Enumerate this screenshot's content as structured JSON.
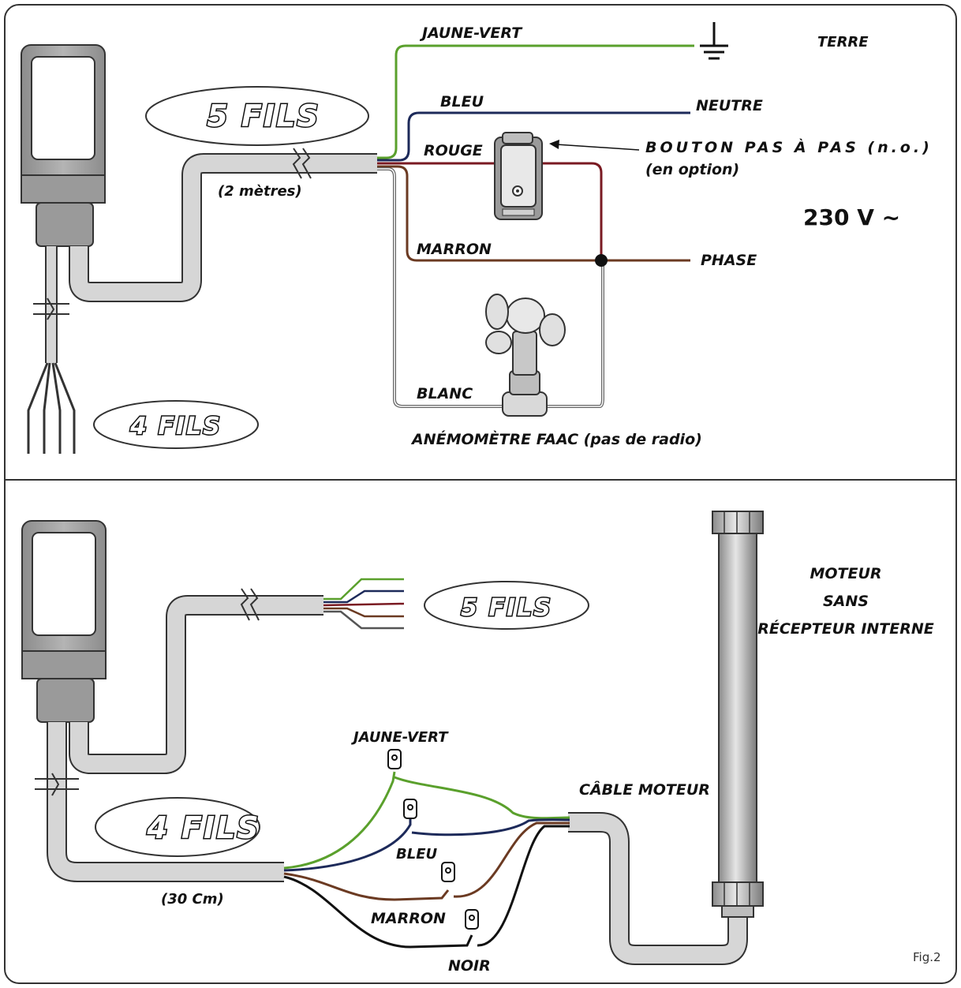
{
  "top": {
    "labels": {
      "jaune_vert": "JAUNE-VERT",
      "terre": "TERRE",
      "bleu": "BLEU",
      "neutre": "NEUTRE",
      "rouge": "ROUGE",
      "bouton": "BOUTON PAS À PAS (n.o.)",
      "en_option": "(en option)",
      "fils5": "5 FILS",
      "deux_metres": "(2 mètres)",
      "voltage": "230 V ~",
      "marron": "MARRON",
      "phase": "PHASE",
      "blanc": "BLANC",
      "fils4": "4 FILS",
      "anemometre": "ANÉMOMÈTRE FAAC (pas de radio)"
    }
  },
  "bottom": {
    "labels": {
      "fils5": "5 FILS",
      "moteur": "MOTEUR",
      "sans": "SANS",
      "recepteur": "RÉCEPTEUR INTERNE",
      "jaune_vert": "JAUNE-VERT",
      "cable_moteur": "CÂBLE MOTEUR",
      "fils4": "4 FILS",
      "bleu": "BLEU",
      "trente_cm": "(30 Cm)",
      "marron": "MARRON",
      "noir": "NOIR"
    }
  },
  "figure_label": "Fig.2",
  "colors": {
    "green": "#5aa02c",
    "blue": "#1d2a5a",
    "red": "#7a1a22",
    "brown": "#6b3a22",
    "black": "#111111",
    "cable": "#d4d4d4"
  }
}
